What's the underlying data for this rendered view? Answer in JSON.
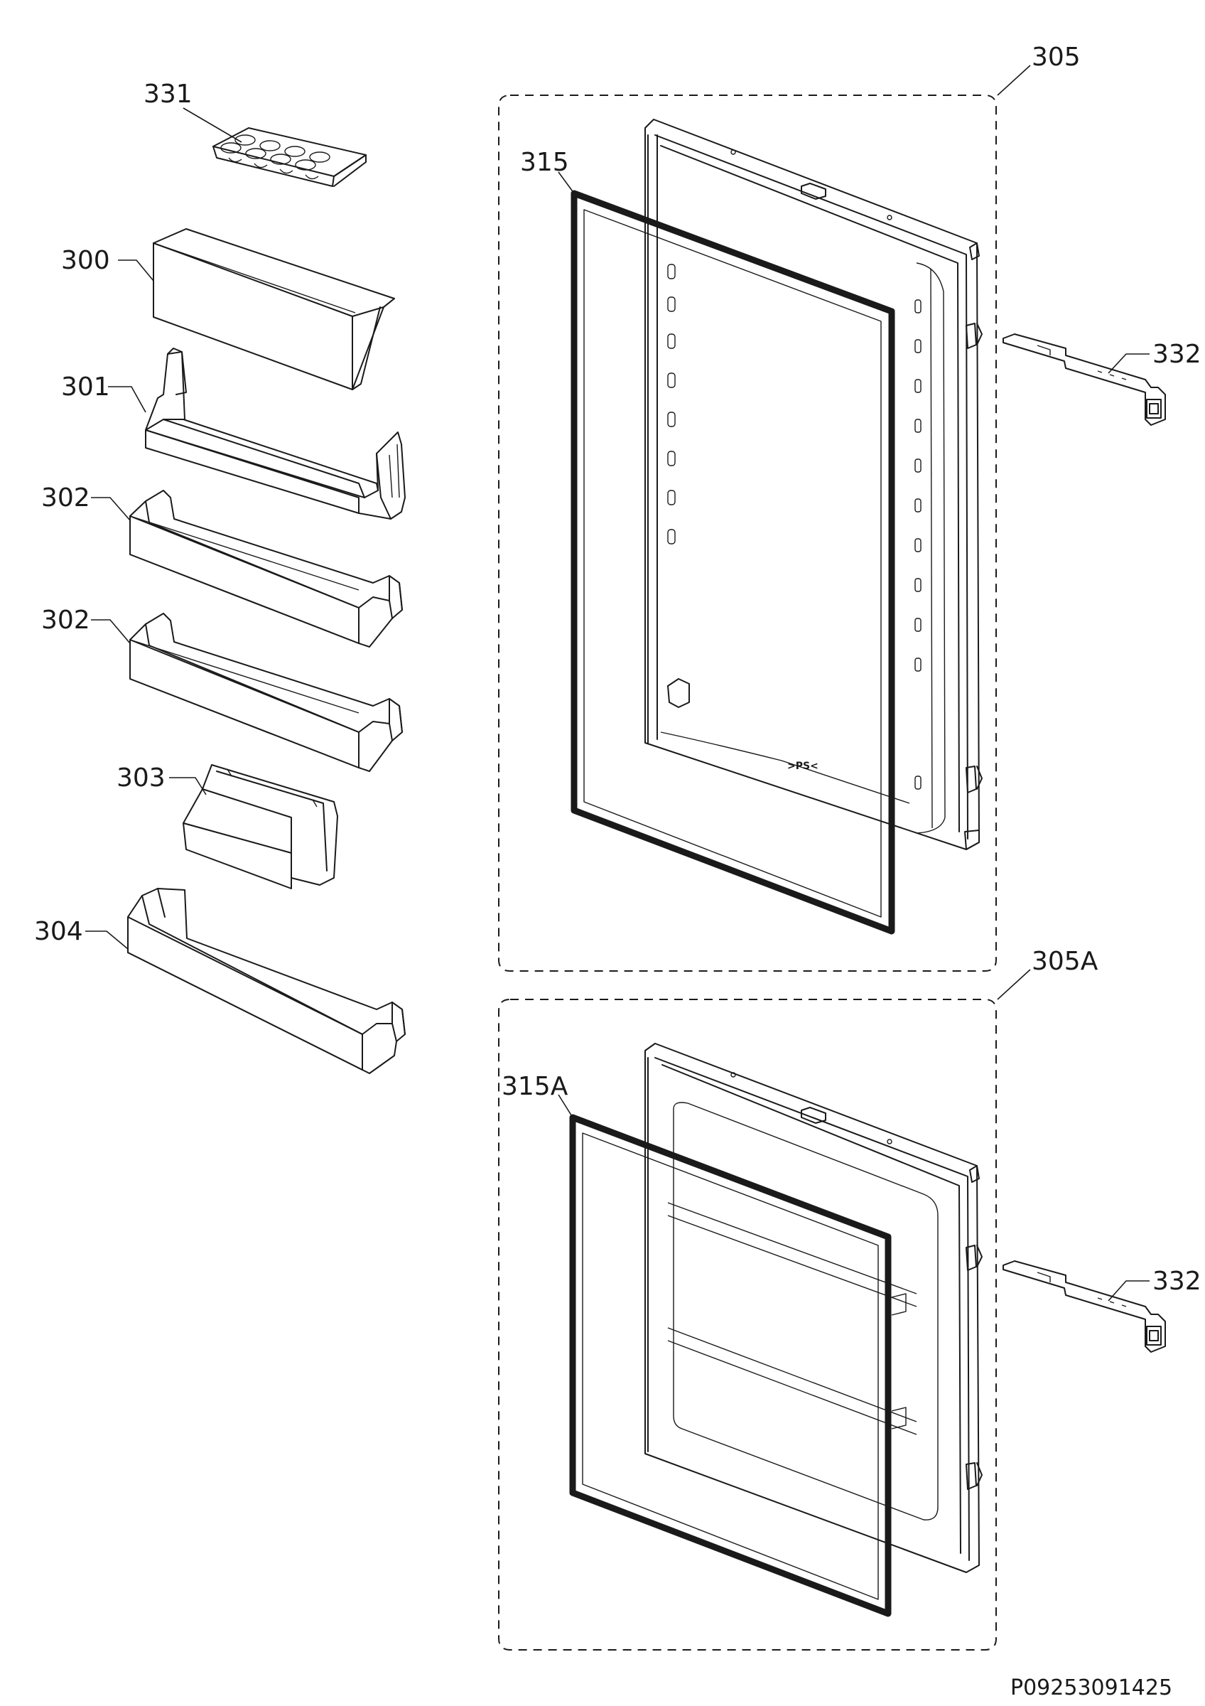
{
  "labels": {
    "p331": "331",
    "p300": "300",
    "p301": "301",
    "p302a": "302",
    "p302b": "302",
    "p303": "303",
    "p304": "304",
    "p305": "305",
    "p305A": "305A",
    "p315": "315",
    "p315A": "315A",
    "p332a": "332",
    "p332b": "332"
  },
  "door_mark": ">PS<",
  "document_id": "P09253091425"
}
